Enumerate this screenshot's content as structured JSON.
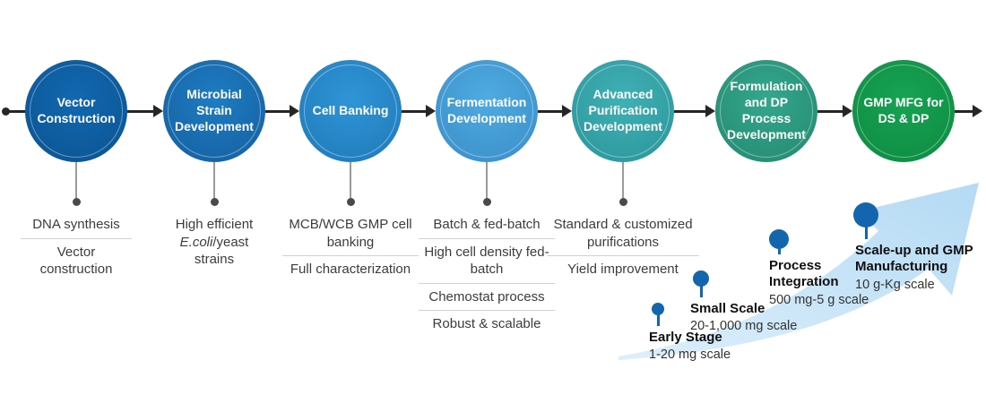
{
  "flow": {
    "connector_color": "#262626",
    "steps": [
      {
        "label": "Vector Construction",
        "color": "#0a538f",
        "color_light": "#1268b1",
        "details": [
          "DNA synthesis",
          "Vector construction"
        ]
      },
      {
        "label": "Microbial Strain Development",
        "color": "#135f9e",
        "color_light": "#1f7cc2",
        "details": [
          "High efficient *E.coli*/yeast strains"
        ]
      },
      {
        "label": "Cell Banking",
        "color": "#1f78b8",
        "color_light": "#2f95d6",
        "details": [
          "MCB/WCB GMP cell banking",
          "Full characterization"
        ]
      },
      {
        "label": "Fermentation Development",
        "color": "#3a8dc7",
        "color_light": "#4fabe2",
        "details": [
          "Batch & fed-batch",
          "High cell density fed-batch",
          "Chemostat process",
          "Robust & scalable"
        ]
      },
      {
        "label": "Advanced Purification Development",
        "color": "#2b949b",
        "color_light": "#3fb1b5",
        "details": [
          "Standard & customized purifications",
          "Yield improvement"
        ]
      },
      {
        "label": "Formulation and DP Process Development",
        "color": "#24896f",
        "color_light": "#34a78d",
        "details": []
      },
      {
        "label": "GMP MFG for DS & DP",
        "color": "#0d8a41",
        "color_light": "#17a353",
        "details": []
      }
    ]
  },
  "scale_path": {
    "arrow_color_start": "#ddeffb",
    "arrow_color_end": "#b4daf4",
    "pin_color": "#1366ad",
    "milestones": [
      {
        "title": "Early Stage",
        "scale": "1-20 mg scale"
      },
      {
        "title": "Small Scale",
        "scale": "20-1,000 mg scale"
      },
      {
        "title": "Process Integration",
        "scale": "500 mg-5 g scale"
      },
      {
        "title": "Scale-up and GMP Manufacturing",
        "scale": "10 g-Kg scale"
      }
    ]
  }
}
